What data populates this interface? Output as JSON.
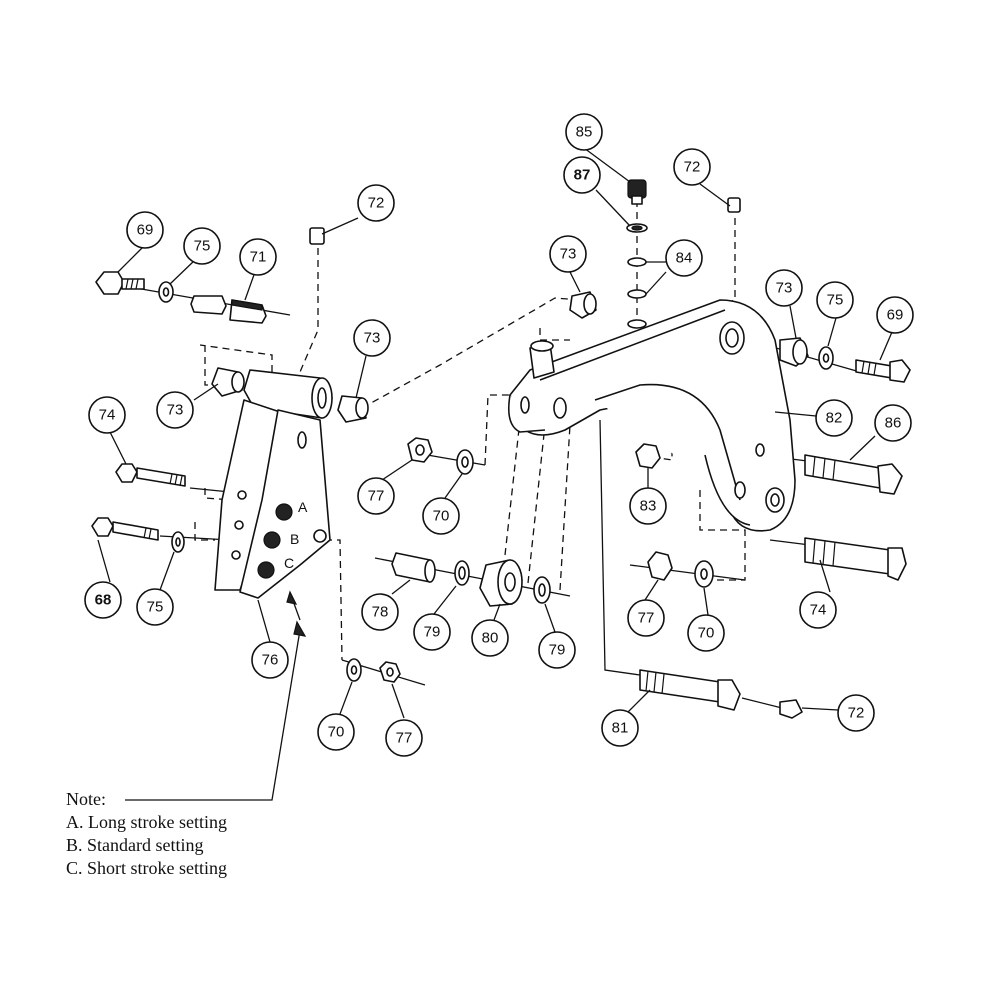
{
  "callouts": [
    {
      "id": "c69a",
      "label": "69"
    },
    {
      "id": "c75a",
      "label": "75"
    },
    {
      "id": "c71",
      "label": "71"
    },
    {
      "id": "c72a",
      "label": "72"
    },
    {
      "id": "c73a",
      "label": "73"
    },
    {
      "id": "c73b",
      "label": "73"
    },
    {
      "id": "c74a",
      "label": "74"
    },
    {
      "id": "c68",
      "label": "68"
    },
    {
      "id": "c75b",
      "label": "75"
    },
    {
      "id": "c76",
      "label": "76"
    },
    {
      "id": "c70a",
      "label": "70"
    },
    {
      "id": "c77a",
      "label": "77"
    },
    {
      "id": "c77b",
      "label": "77"
    },
    {
      "id": "c70b",
      "label": "70"
    },
    {
      "id": "c78",
      "label": "78"
    },
    {
      "id": "c79a",
      "label": "79"
    },
    {
      "id": "c80",
      "label": "80"
    },
    {
      "id": "c79b",
      "label": "79"
    },
    {
      "id": "c85",
      "label": "85"
    },
    {
      "id": "c87",
      "label": "87"
    },
    {
      "id": "c72b",
      "label": "72"
    },
    {
      "id": "c73c",
      "label": "73"
    },
    {
      "id": "c84",
      "label": "84"
    },
    {
      "id": "c73d",
      "label": "73"
    },
    {
      "id": "c75c",
      "label": "75"
    },
    {
      "id": "c69b",
      "label": "69"
    },
    {
      "id": "c82",
      "label": "82"
    },
    {
      "id": "c86",
      "label": "86"
    },
    {
      "id": "c83",
      "label": "83"
    },
    {
      "id": "c74b",
      "label": "74"
    },
    {
      "id": "c77c",
      "label": "77"
    },
    {
      "id": "c70c",
      "label": "70"
    },
    {
      "id": "c81",
      "label": "81"
    },
    {
      "id": "c72c",
      "label": "72"
    }
  ],
  "settings": {
    "a": "A",
    "b": "B",
    "c": "C"
  },
  "note": {
    "heading": "Note:",
    "lines": [
      "A. Long stroke setting",
      "B. Standard setting",
      "C. Short stroke setting"
    ]
  }
}
